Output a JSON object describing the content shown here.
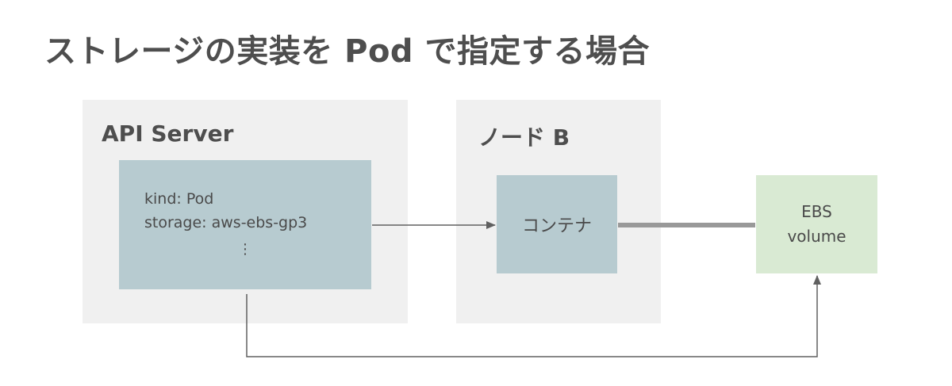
{
  "title": "ストレージの実装を Pod で指定する場合",
  "api_server": {
    "label": "API Server",
    "manifest": {
      "line1": "kind: Pod",
      "line2": "storage: aws-ebs-gp3",
      "ellipsis": "⋮"
    }
  },
  "node": {
    "label": "ノード B",
    "container_label": "コンテナ"
  },
  "ebs": {
    "line1": "EBS",
    "line2": "volume"
  },
  "colors": {
    "panel_bg": "#f0f0f0",
    "blue_box": "#b7cbd0",
    "green_box": "#d9ead3",
    "connector": "#606060",
    "attach_bar": "#999999"
  }
}
